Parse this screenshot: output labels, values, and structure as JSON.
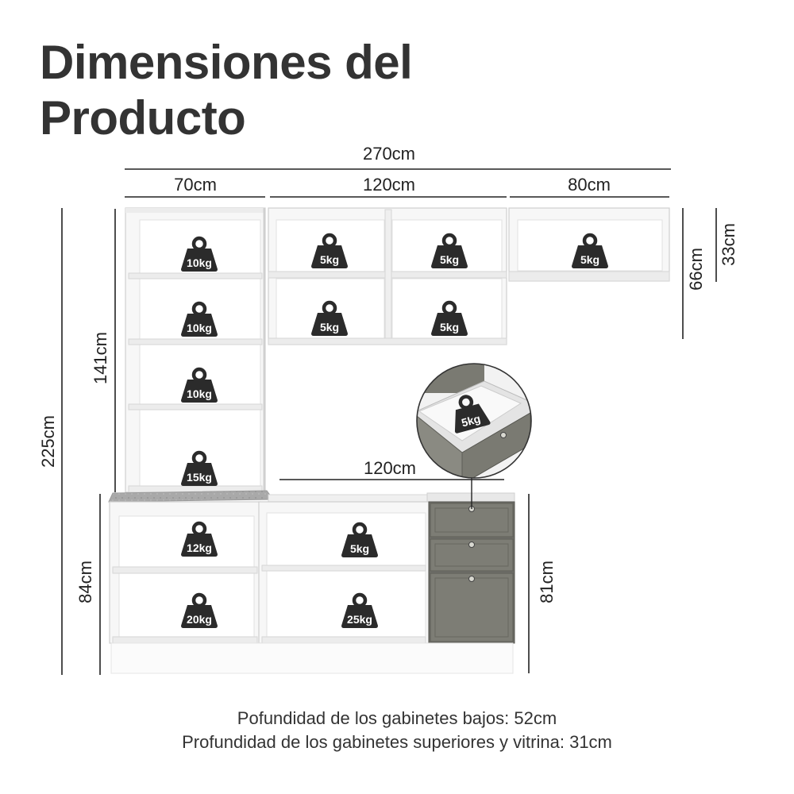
{
  "title": {
    "line1": "Dimensiones del",
    "line2": "Producto"
  },
  "dimensions": {
    "total_width": "270cm",
    "upper_left_width": "70cm",
    "upper_middle_width": "120cm",
    "upper_right_width": "80cm",
    "total_height": "225cm",
    "tower_upper_height": "141cm",
    "lower_height": "84cm",
    "counter_width": "120cm",
    "drawer_height": "81cm",
    "right_cabinet_height": "66cm",
    "right_cabinet_inner_height": "33cm"
  },
  "weights": {
    "tower_1": "10kg",
    "tower_2": "10kg",
    "tower_3": "10kg",
    "tower_4": "15kg",
    "upper_mid_1": "5kg",
    "upper_mid_2": "5kg",
    "upper_mid_3": "5kg",
    "upper_mid_4": "5kg",
    "upper_right": "5kg",
    "drawer": "5kg",
    "lower_left_1": "12kg",
    "lower_left_2": "20kg",
    "lower_mid_1": "5kg",
    "lower_mid_2": "25kg"
  },
  "notes": {
    "lower_depth": "Pofundidad de los gabinetes bajos: 52cm",
    "upper_depth": "Profundidad de los gabinetes superiores y vitrina: 31cm"
  },
  "colors": {
    "cabinet_white": "#f6f6f6",
    "cabinet_gray": "#7a7a72",
    "counter_top": "#a8a8a8",
    "weight_icon": "#2b2b2b"
  }
}
